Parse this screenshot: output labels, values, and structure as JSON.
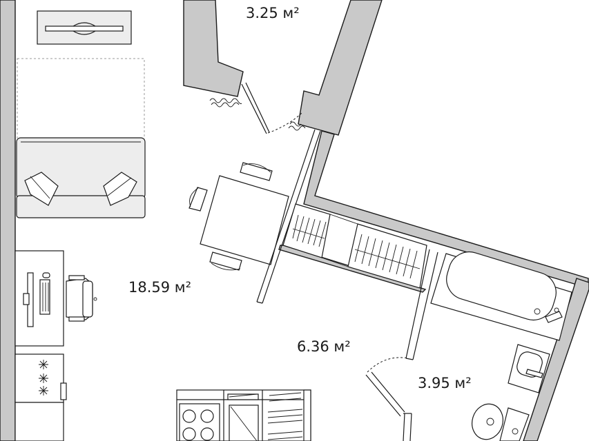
{
  "rooms": [
    {
      "id": "balcony",
      "area_label": "3.25 м²"
    },
    {
      "id": "living-room",
      "area_label": "18.59 м²"
    },
    {
      "id": "hallway",
      "area_label": "6.36 м²"
    },
    {
      "id": "bathroom",
      "area_label": "3.95 м²"
    }
  ],
  "colors": {
    "wall_fill": "#c9c9c9",
    "line": "#1a1a1a",
    "furniture_fill": "#ffffff",
    "sofa_fill": "#ededed",
    "background": "#ffffff"
  },
  "icons": [
    "tv-icon",
    "bed-icon",
    "desk-icon",
    "chair-icon",
    "dining-table-icon",
    "stove-icon",
    "sink-icon",
    "bathtub-icon",
    "toilet-icon",
    "wardrobe-icon",
    "radiator-icon"
  ]
}
